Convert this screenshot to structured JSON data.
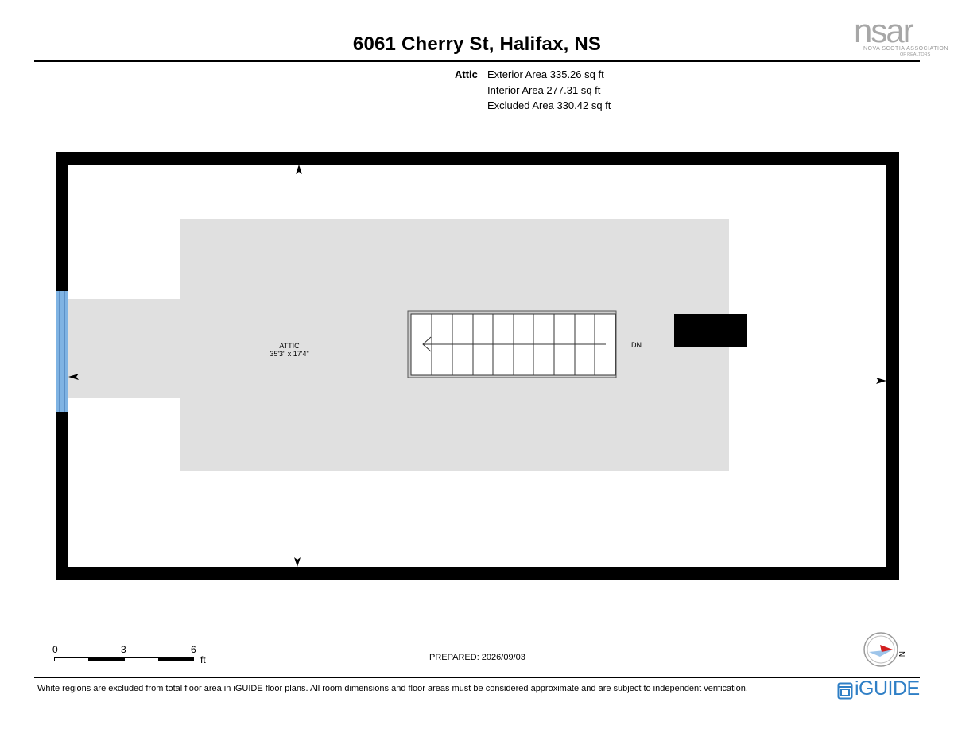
{
  "header": {
    "title": "6061 Cherry St, Halifax, NS"
  },
  "logo": {
    "brand": "nsar",
    "line1": "NOVA SCOTIA ASSOCIATION",
    "line2": "OF REALTORS"
  },
  "areas": {
    "level": "Attic",
    "exterior": "Exterior Area 335.26 sq ft",
    "interior": "Interior Area 277.31 sq ft",
    "excluded": "Excluded Area 330.42 sq ft"
  },
  "plan": {
    "room_name": "ATTIC",
    "room_dims": "35'3\" x 17'4\"",
    "stair_label": "DN",
    "colors": {
      "wall": "#000000",
      "room_fill": "#e0e0e0",
      "window": "#7fb3e3",
      "stair_fill": "#cccccc"
    }
  },
  "scale": {
    "ticks": [
      "0",
      "3",
      "6"
    ],
    "unit": "ft"
  },
  "footer": {
    "prepared": "PREPARED: 2026/09/03",
    "disclaimer": "White regions are excluded from total floor area in iGUIDE floor plans. All room dimensions and floor areas must be considered approximate and are subject to independent verification.",
    "brand": "iGUIDE",
    "brand_color": "#2f7fc6",
    "compass_letter": "N",
    "compass_icon": "compass-icon"
  }
}
